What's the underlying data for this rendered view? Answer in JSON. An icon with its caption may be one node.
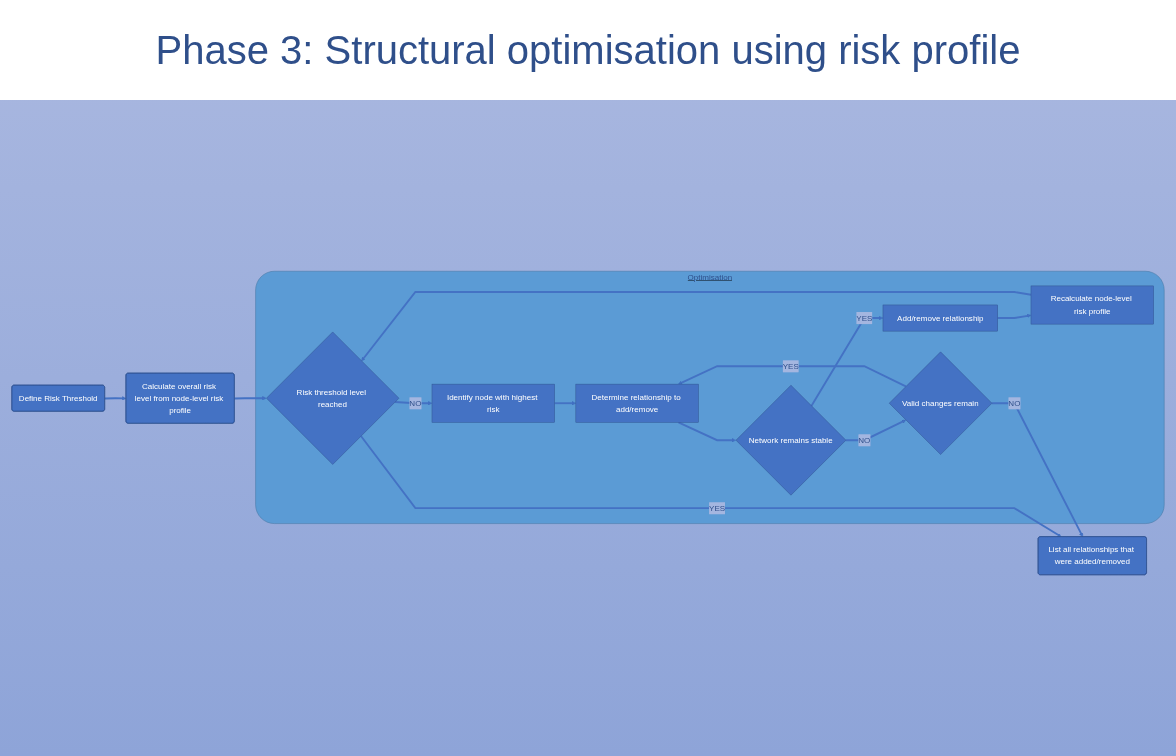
{
  "diagram": {
    "title": "Phase 3: Structural optimisation using risk profile",
    "nodes": [
      {
        "text": [
          "Define Risk Threshold"
        ]
      },
      {
        "text": [
          "Calculate overall risk level from node-level risk profile"
        ]
      },
      {
        "text": [
          "Optimisation"
        ]
      },
      {
        "text": [
          "Identify node with highest risk"
        ],
        "in": 2
      },
      {
        "text": [
          "Risk threshold level reached"
        ],
        "in": 2
      },
      {
        "text": [
          "Determine relationship to add/remove"
        ],
        "in": 2
      },
      {
        "text": [
          "Network remains stable"
        ],
        "in": 2
      },
      {
        "text": [
          "Valid changes remain"
        ],
        "in": 2
      },
      {
        "text": [
          "Add/remove relationship"
        ],
        "in": 2
      },
      {
        "text": [
          "Recalculate node-level risk profile"
        ],
        "in": 2
      },
      {
        "text": [
          "List all relationships that were added/removed"
        ]
      }
    ],
    "edges": [
      {
        "from": 0,
        "to": 1,
        "arrow": "to"
      },
      {
        "from": 1,
        "to": 4,
        "arrow": "to"
      },
      {
        "from": 4,
        "to": 3,
        "arrow": "to",
        "label": "NO"
      },
      {
        "from": 4,
        "to": 10,
        "arrow": "to",
        "label": "YES"
      },
      {
        "from": 3,
        "to": 5,
        "arrow": "to"
      },
      {
        "from": 5,
        "to": 6,
        "arrow": "to"
      },
      {
        "from": 6,
        "to": 7,
        "arrow": "to",
        "label": "NO"
      },
      {
        "from": 6,
        "to": 8,
        "arrow": "to",
        "label": "YES"
      },
      {
        "from": 7,
        "to": 5,
        "arrow": "to",
        "label": "YES"
      },
      {
        "from": 7,
        "to": 10,
        "arrow": "to",
        "label": "NO"
      },
      {
        "from": 8,
        "to": 9,
        "arrow": "to"
      },
      {
        "from": 9,
        "to": 4,
        "arrow": "to"
      }
    ]
  }
}
